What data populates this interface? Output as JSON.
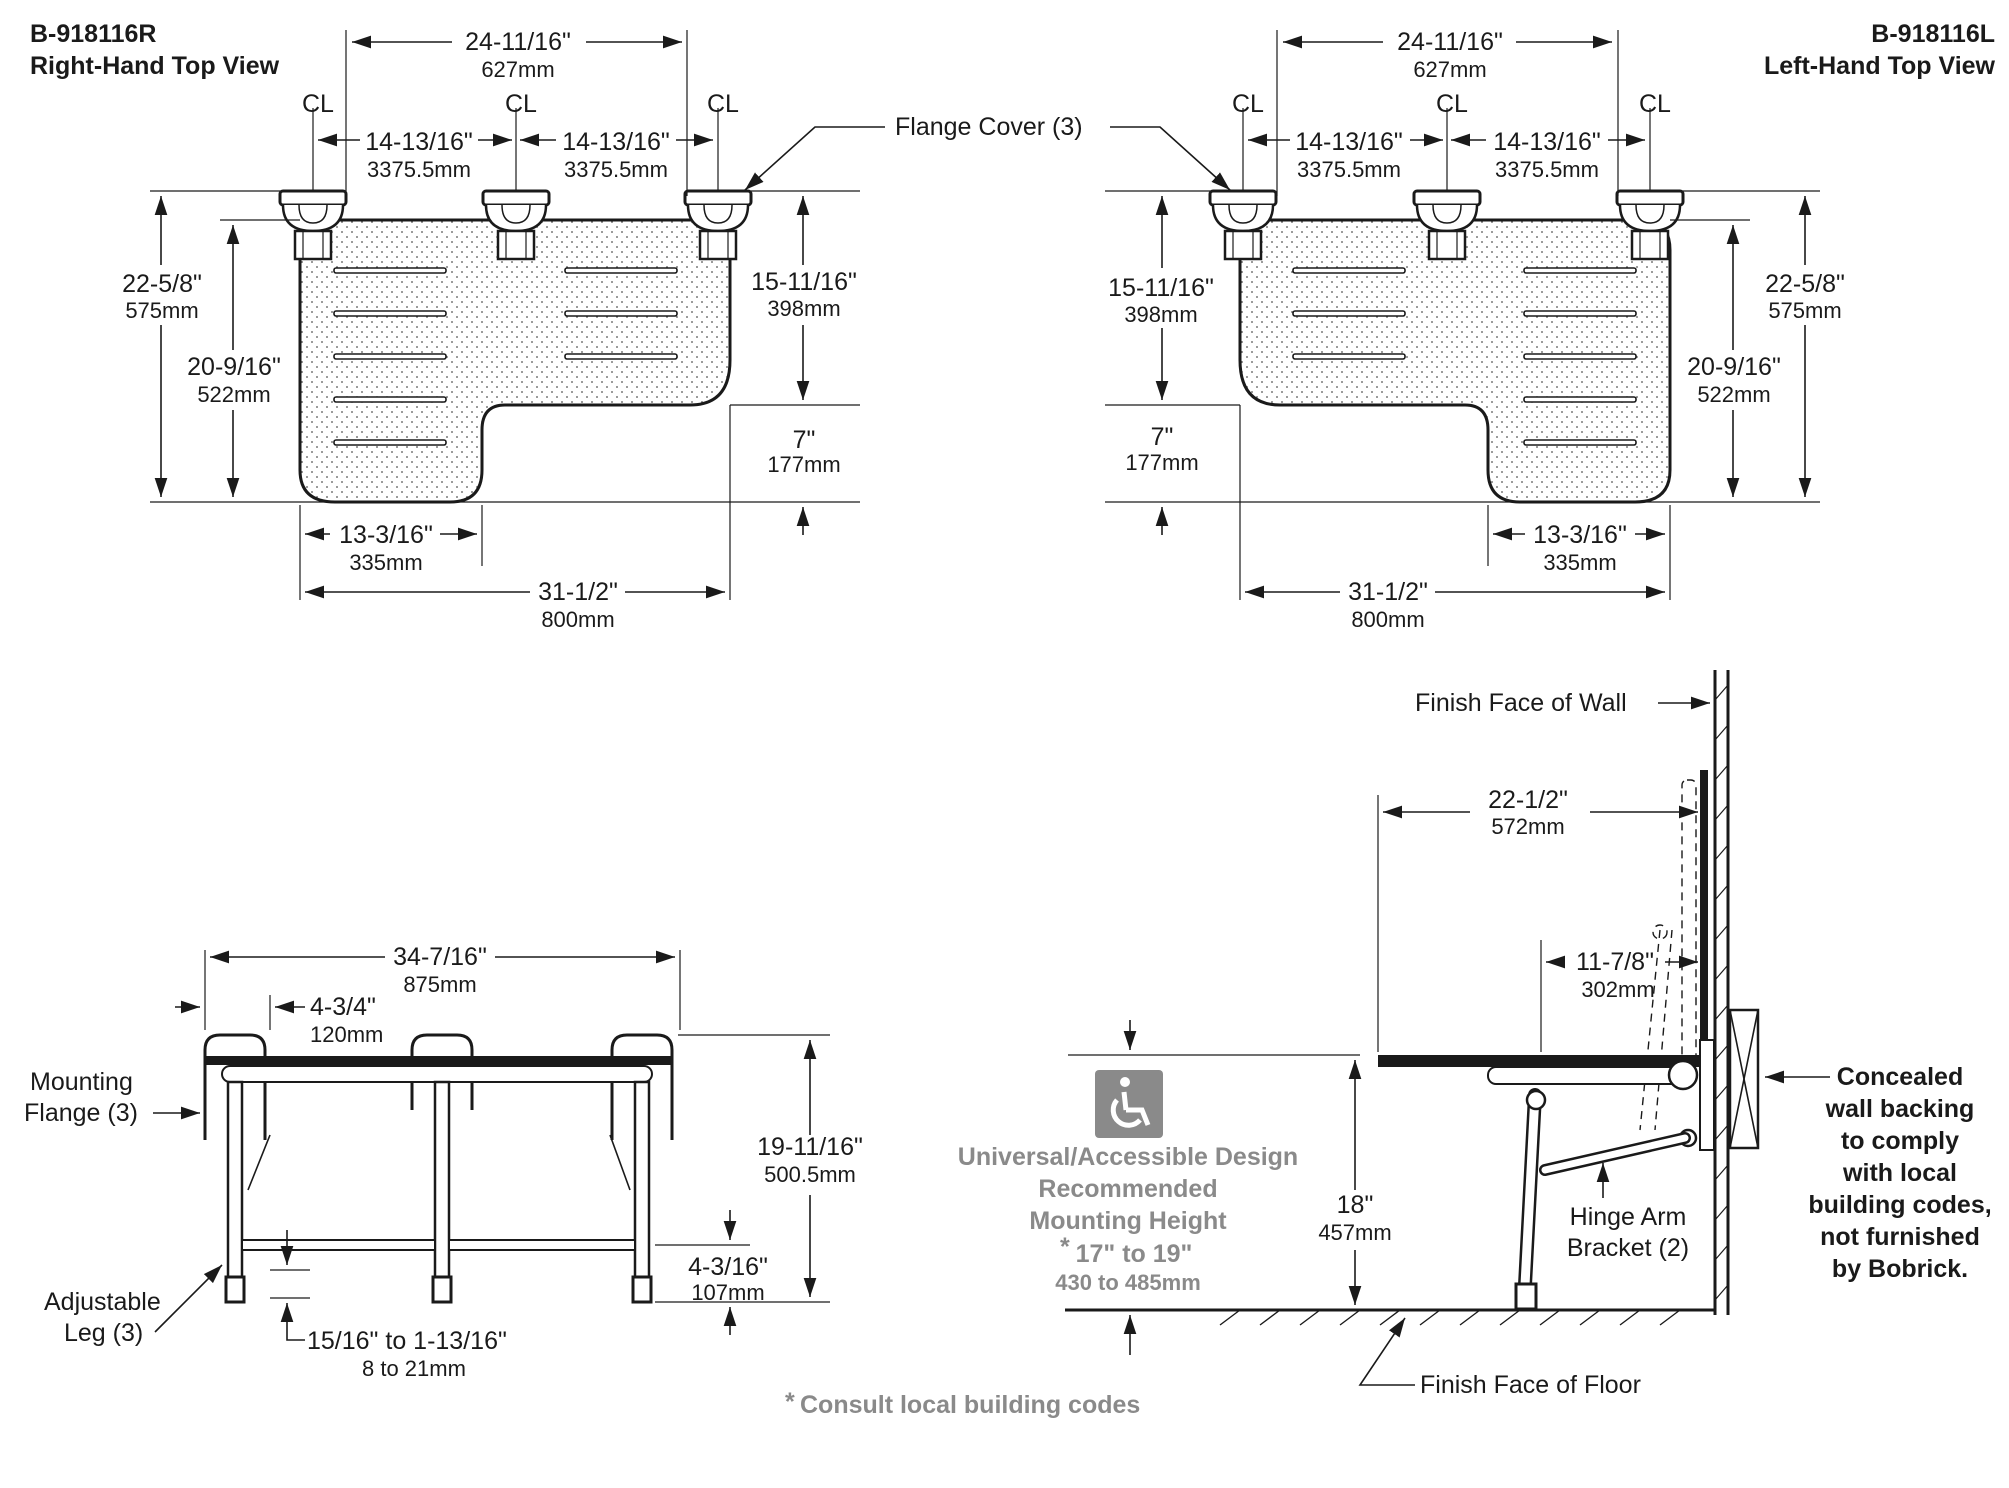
{
  "right_view": {
    "model": "B-918116R",
    "title": "Right-Hand Top View",
    "overall_width": {
      "imperial": "24-11/16\"",
      "metric": "627mm"
    },
    "left_spacing": {
      "imperial": "14-13/16\"",
      "metric": "3375.5mm"
    },
    "right_spacing": {
      "imperial": "14-13/16\"",
      "metric": "3375.5mm"
    },
    "depth_total": {
      "imperial": "22-5/8\"",
      "metric": "575mm"
    },
    "depth_seat": {
      "imperial": "20-9/16\"",
      "metric": "522mm"
    },
    "depth_narrow": {
      "imperial": "15-11/16\"",
      "metric": "398mm"
    },
    "notch": {
      "imperial": "7\"",
      "metric": "177mm"
    },
    "notch_width": {
      "imperial": "13-3/16\"",
      "metric": "335mm"
    },
    "seat_width": {
      "imperial": "31-1/2\"",
      "metric": "800mm"
    }
  },
  "left_view": {
    "model": "B-918116L",
    "title": "Left-Hand Top View",
    "overall_width": {
      "imperial": "24-11/16\"",
      "metric": "627mm"
    },
    "left_spacing": {
      "imperial": "14-13/16\"",
      "metric": "3375.5mm"
    },
    "right_spacing": {
      "imperial": "14-13/16\"",
      "metric": "3375.5mm"
    },
    "depth_total": {
      "imperial": "22-5/8\"",
      "metric": "575mm"
    },
    "depth_seat": {
      "imperial": "20-9/16\"",
      "metric": "522mm"
    },
    "depth_narrow": {
      "imperial": "15-11/16\"",
      "metric": "398mm"
    },
    "notch": {
      "imperial": "7\"",
      "metric": "177mm"
    },
    "notch_width": {
      "imperial": "13-3/16\"",
      "metric": "335mm"
    },
    "seat_width": {
      "imperial": "31-1/2\"",
      "metric": "800mm"
    }
  },
  "centerline_symbol": "CL",
  "flange_cover_label": "Flange Cover (3)",
  "front_view": {
    "overall_width": {
      "imperial": "34-7/16\"",
      "metric": "875mm"
    },
    "flange_offset": {
      "imperial": "4-3/4\"",
      "metric": "120mm"
    },
    "height": {
      "imperial": "19-11/16\"",
      "metric": "500.5mm"
    },
    "crossbar_height": {
      "imperial": "4-3/16\"",
      "metric": "107mm"
    },
    "leg_adjust": {
      "imperial": "15/16\" to 1-13/16\"",
      "metric": "8 to 21mm"
    },
    "mounting_flange_label": [
      "Mounting",
      "Flange (3)"
    ],
    "adjustable_leg_label": [
      "Adjustable",
      "Leg (3)"
    ]
  },
  "side_view": {
    "wall_label": "Finish Face of Wall",
    "floor_label": "Finish Face of Floor",
    "seat_depth": {
      "imperial": "22-1/2\"",
      "metric": "572mm"
    },
    "leg_offset": {
      "imperial": "11-7/8\"",
      "metric": "302mm"
    },
    "seat_height": {
      "imperial": "18\"",
      "metric": "457mm"
    },
    "hinge_label": [
      "Hinge Arm",
      "Bracket (2)"
    ],
    "backing_note": [
      "Concealed",
      "wall backing",
      "to comply",
      "with local",
      "building codes,",
      "not furnished",
      "by Bobrick."
    ]
  },
  "accessible": {
    "icon": "wheelchair-icon",
    "lines": [
      "Universal/Accessible Design",
      "Recommended",
      "Mounting Height"
    ],
    "height_imperial": "17\" to 19\"",
    "height_metric": "430 to 485mm",
    "asterisk": "*"
  },
  "footnote": "Consult local building codes",
  "colors": {
    "ink": "#1a1a1a",
    "accessible_gray": "#8a8a8a"
  }
}
